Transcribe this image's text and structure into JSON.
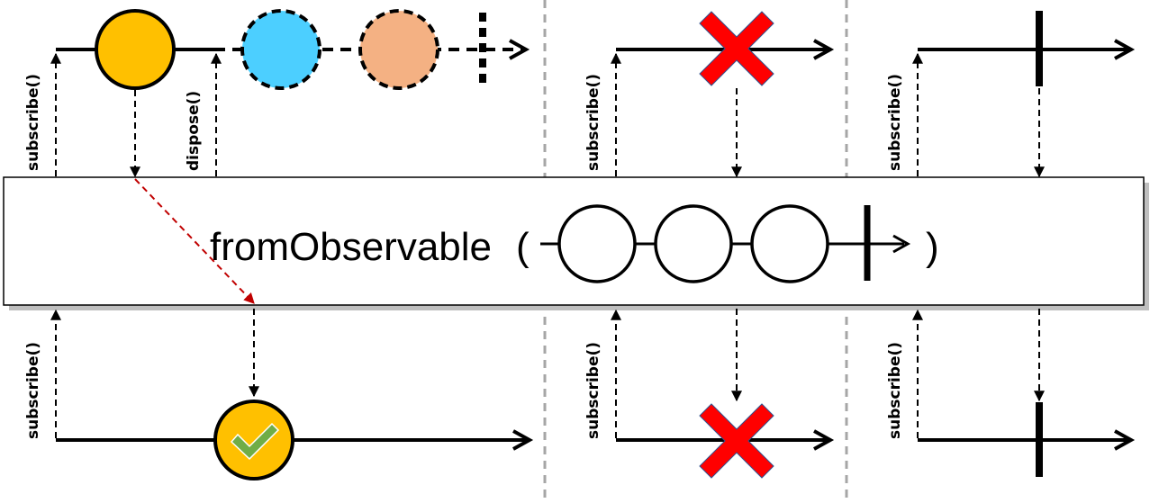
{
  "operator": {
    "name": "fromObservable",
    "open_paren": "(",
    "close_paren": ")"
  },
  "labels": {
    "subscribe": "subscribe()",
    "dispose": "dispose()"
  },
  "colors": {
    "item_first": "#ffc000",
    "item_second": "#4ccfff",
    "item_third": "#f4b183",
    "error": "#ff0000",
    "check": "#70ad47",
    "dispose_arrow": "#c00000",
    "divider": "#a6a6a6"
  },
  "panels": [
    {
      "name": "emission",
      "source": [
        "item",
        "item",
        "item",
        "truncated"
      ],
      "output": "success"
    },
    {
      "name": "error",
      "source": [
        "error"
      ],
      "output": "error"
    },
    {
      "name": "complete",
      "source": [
        "complete"
      ],
      "output": "complete"
    }
  ]
}
